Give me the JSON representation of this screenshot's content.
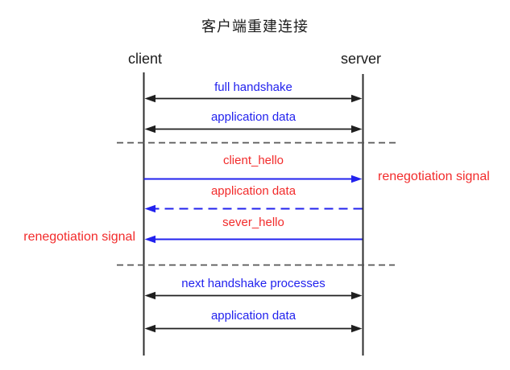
{
  "title": "客户端重建连接",
  "actors": {
    "client": "client",
    "server": "server"
  },
  "colors": {
    "black": "#1f1f1f",
    "separator": "#555555",
    "blue": "#2222ee",
    "red": "#f22b2b",
    "lifeline": "#2e2e2e"
  },
  "messages": [
    {
      "label": "full handshake",
      "text_color": "blue",
      "arrow": "double",
      "arrow_color": "black",
      "line": "solid"
    },
    {
      "label": "application data",
      "text_color": "blue",
      "arrow": "double",
      "arrow_color": "black",
      "line": "solid"
    },
    {
      "label": "client_hello",
      "text_color": "red",
      "arrow": "right",
      "arrow_color": "blue",
      "line": "solid"
    },
    {
      "label": "application data",
      "text_color": "red",
      "arrow": "left",
      "arrow_color": "blue",
      "line": "dashed"
    },
    {
      "label": "sever_hello",
      "text_color": "red",
      "arrow": "left",
      "arrow_color": "blue",
      "line": "solid"
    },
    {
      "label": "next handshake processes",
      "text_color": "blue",
      "arrow": "double",
      "arrow_color": "black",
      "line": "solid"
    },
    {
      "label": "application data",
      "text_color": "blue",
      "arrow": "double",
      "arrow_color": "black",
      "line": "solid"
    }
  ],
  "side_labels": {
    "right": "renegotiation signal",
    "left": "renegotiation signal"
  }
}
